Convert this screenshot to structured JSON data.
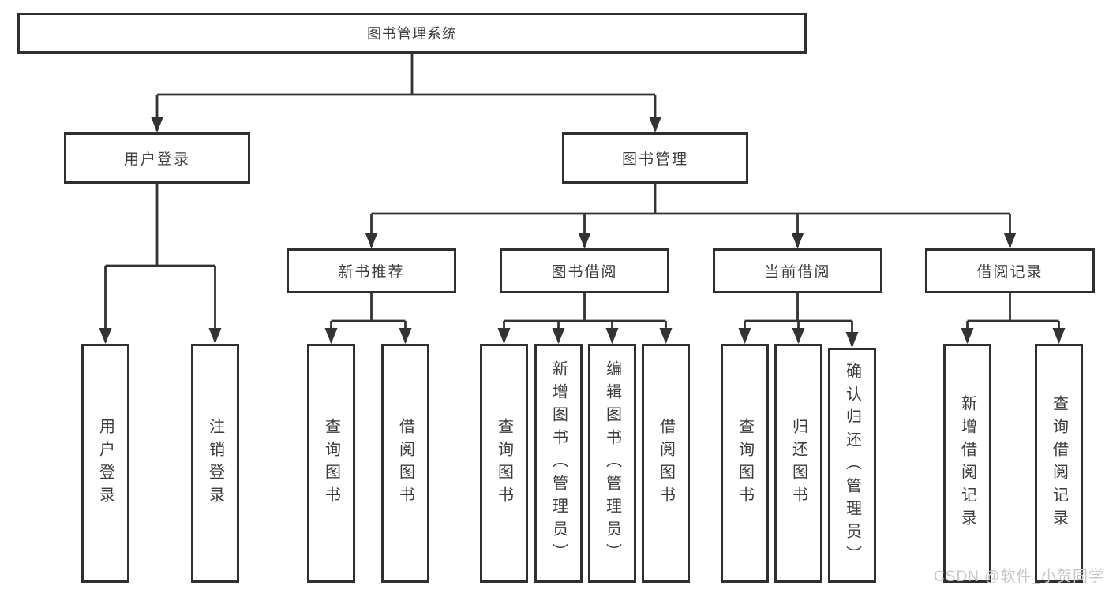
{
  "root": {
    "label": "图书管理系统"
  },
  "branches": {
    "user_login": {
      "label": "用户登录",
      "leaves": [
        "用户登录",
        "注销登录"
      ]
    },
    "book_management": {
      "label": "图书管理"
    }
  },
  "sections": [
    {
      "label": "新书推荐",
      "leaves": [
        "查询图书",
        "借阅图书"
      ]
    },
    {
      "label": "图书借阅",
      "leaves": [
        "查询图书",
        "新增图书（管理员）",
        "编辑图书（管理员）",
        "借阅图书"
      ]
    },
    {
      "label": "当前借阅",
      "leaves": [
        "查询图书",
        "归还图书",
        "确认归还（管理员）"
      ]
    },
    {
      "label": "借阅记录",
      "leaves": [
        "新增借阅记录",
        "查询借阅记录"
      ]
    }
  ],
  "watermark": "CSDN @软件_小贺同学",
  "colors": {
    "line": "#333333",
    "box_border": "#2f2f2f",
    "text": "#3c3c3c",
    "watermark": "#c7c7c7",
    "background": "#ffffff"
  }
}
